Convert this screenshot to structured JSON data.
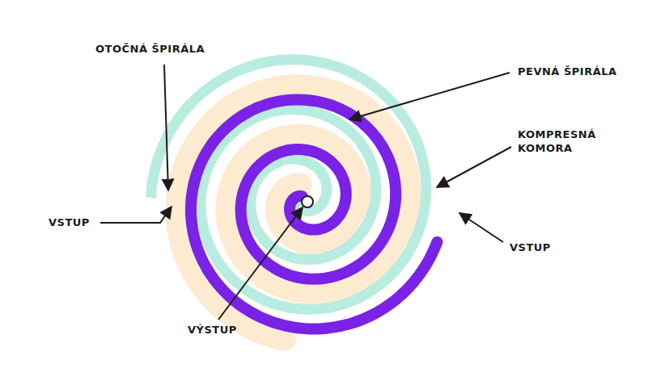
{
  "diagram": {
    "labels": [
      "OTOČNÁ ŠPIRÁLA",
      "PEVNÁ ŠPIRÁLA",
      "KOMPRESNÁ KOMORA",
      "VSTUP",
      "VSTUP",
      "VÝSTUP"
    ]
  }
}
